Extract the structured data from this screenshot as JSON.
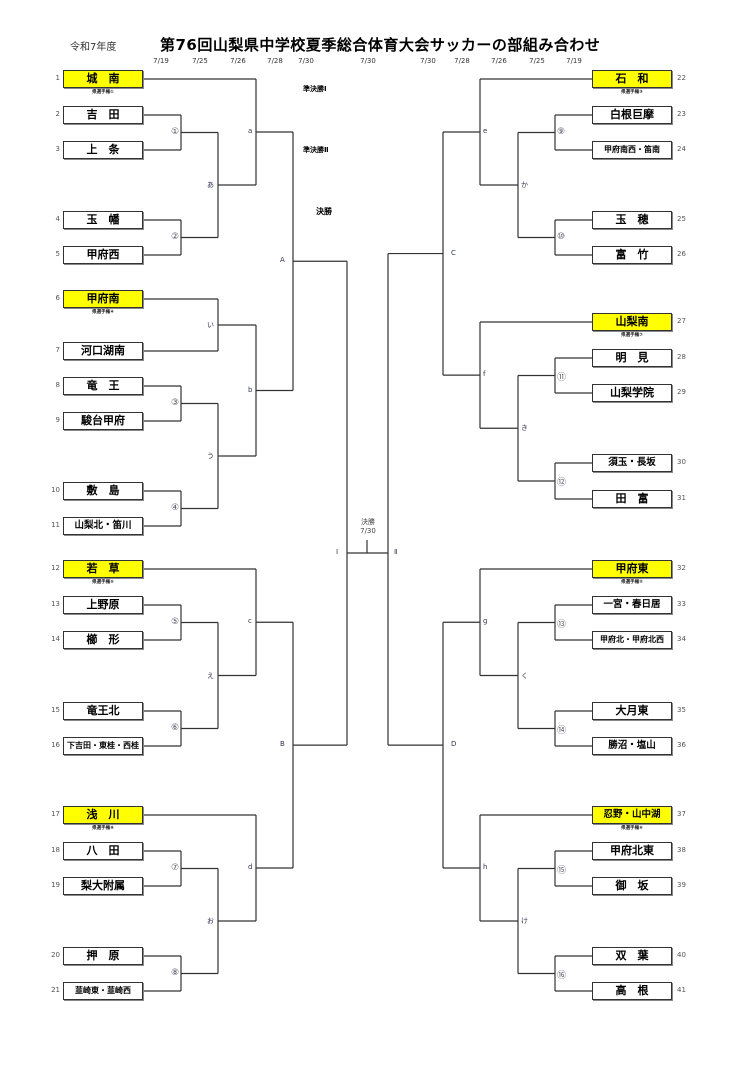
{
  "header": {
    "era": "令和7年度",
    "title": "第76回山梨県中学校夏季総合体育大会サッカーの部組み合わせ",
    "dates": [
      "7/19",
      "7/25",
      "7/26",
      "7/28",
      "7/30",
      "7/30",
      "7/30",
      "7/28",
      "7/26",
      "7/25",
      "7/19"
    ]
  },
  "stages": {
    "semifinal_1": "準決勝Ⅰ",
    "semifinal_2": "準決勝Ⅱ",
    "final": "決勝",
    "final_center_label": "決勝",
    "final_center_date": "7/30",
    "semi_left_mark": "Ⅰ",
    "semi_right_mark": "Ⅱ"
  },
  "left_teams": [
    {
      "no": "1",
      "name": "城　南",
      "seed": true,
      "seed_note": "県選手権①"
    },
    {
      "no": "2",
      "name": "吉　田"
    },
    {
      "no": "3",
      "name": "上　条"
    },
    {
      "no": "4",
      "name": "玉　幡"
    },
    {
      "no": "5",
      "name": "甲府西"
    },
    {
      "no": "6",
      "name": "甲府南",
      "seed": true,
      "seed_note": "県選手権④"
    },
    {
      "no": "7",
      "name": "河口湖南"
    },
    {
      "no": "8",
      "name": "竜　王"
    },
    {
      "no": "9",
      "name": "駿台甲府"
    },
    {
      "no": "10",
      "name": "敷　島"
    },
    {
      "no": "11",
      "name": "山梨北・笛川"
    },
    {
      "no": "12",
      "name": "若　草",
      "seed": true,
      "seed_note": "県選手権⑤"
    },
    {
      "no": "13",
      "name": "上野原"
    },
    {
      "no": "14",
      "name": "櫛　形"
    },
    {
      "no": "15",
      "name": "竜王北"
    },
    {
      "no": "16",
      "name": "下吉田・東桂・西桂"
    },
    {
      "no": "17",
      "name": "浅　川",
      "seed": true,
      "seed_note": "県選手権⑧"
    },
    {
      "no": "18",
      "name": "八　田"
    },
    {
      "no": "19",
      "name": "梨大附属"
    },
    {
      "no": "20",
      "name": "押　原"
    },
    {
      "no": "21",
      "name": "韮崎東・韮崎西"
    }
  ],
  "right_teams": [
    {
      "no": "22",
      "name": "石　和",
      "seed": true,
      "seed_note": "県選手権③"
    },
    {
      "no": "23",
      "name": "白根巨摩"
    },
    {
      "no": "24",
      "name": "甲府南西・笛南"
    },
    {
      "no": "25",
      "name": "玉　穂"
    },
    {
      "no": "26",
      "name": "富　竹"
    },
    {
      "no": "27",
      "name": "山梨南",
      "seed": true,
      "seed_note": "県選手権⑦"
    },
    {
      "no": "28",
      "name": "明　見"
    },
    {
      "no": "29",
      "name": "山梨学院"
    },
    {
      "no": "30",
      "name": "須玉・長坂"
    },
    {
      "no": "31",
      "name": "田　富"
    },
    {
      "no": "32",
      "name": "甲府東",
      "seed": true,
      "seed_note": "県選手権②"
    },
    {
      "no": "33",
      "name": "一宮・春日居"
    },
    {
      "no": "34",
      "name": "甲府北・甲府北西"
    },
    {
      "no": "35",
      "name": "大月東"
    },
    {
      "no": "36",
      "name": "勝沼・塩山"
    },
    {
      "no": "37",
      "name": "忍野・山中湖",
      "seed": true,
      "seed_note": "県選手権⑥"
    },
    {
      "no": "38",
      "name": "甲府北東"
    },
    {
      "no": "39",
      "name": "御　坂"
    },
    {
      "no": "40",
      "name": "双　葉"
    },
    {
      "no": "41",
      "name": "高　根"
    }
  ],
  "match_labels": {
    "r1_left": [
      "①",
      "②",
      "③",
      "④",
      "⑤",
      "⑥",
      "⑦",
      "⑧"
    ],
    "r1_right": [
      "⑨",
      "⑩",
      "⑪",
      "⑫",
      "⑬",
      "⑭",
      "⑮",
      "⑯"
    ],
    "r2_left": [
      "あ",
      "い",
      "う",
      "え",
      "お"
    ],
    "r2_right": [
      "か",
      "き",
      "く",
      "け"
    ],
    "r3_left": [
      "a",
      "b",
      "c",
      "d"
    ],
    "r3_right": [
      "e",
      "f",
      "g",
      "h"
    ],
    "qf_left": [
      "A",
      "B"
    ],
    "qf_right": [
      "C",
      "D"
    ]
  }
}
